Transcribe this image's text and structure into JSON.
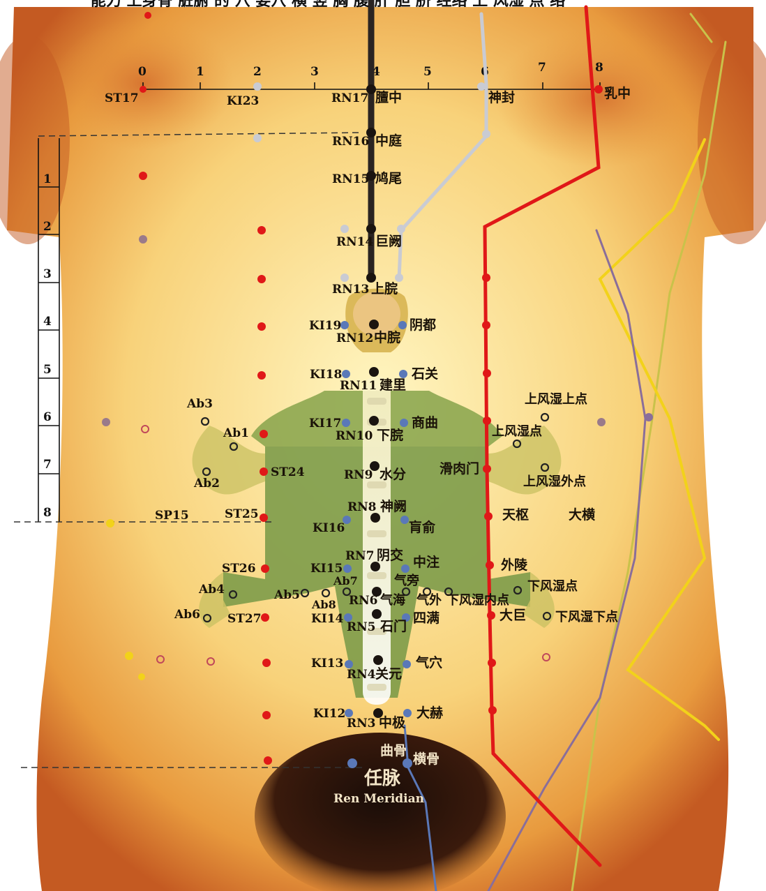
{
  "caption": "能力 上身骨 脏腑 的 穴 要穴 横 竖 胸 腹 肝 胆 脐 经络 上 风湿 点 络",
  "colors": {
    "skin_light": "#fbe9a6",
    "skin_mid": "#f2b84f",
    "skin_dark": "#c9632a",
    "green_overlay": "#7a9a48",
    "ren_line": "#2a2422",
    "kidney_line": "#c9cbd3",
    "stomach_line": "#e01818",
    "spleen_line": "#f2d21a",
    "liver_line": "#8a6e9a",
    "gb_line": "#c9c24a",
    "red_point": "#e01818",
    "blue_point": "#5a78b8",
    "dark_point": "#1a1410"
  },
  "top_ruler": {
    "ticks": [
      "0",
      "1",
      "2",
      "3",
      "4",
      "5",
      "6",
      "7",
      "8"
    ]
  },
  "side_ruler": {
    "ticks": [
      "1",
      "2",
      "3",
      "4",
      "5",
      "6",
      "7",
      "8"
    ]
  },
  "labels": {
    "ST17": "ST17",
    "KI23": "KI23",
    "RN17": "RN17",
    "shanzhong": "膻中",
    "shenfeng": "神封",
    "ruzhong": "乳中",
    "RN16": "RN16",
    "zhongting": "中庭",
    "RN15": "RN15",
    "jiuwei": "鸠尾",
    "RN14": "RN14",
    "juque": "巨阙",
    "RN13": "RN13",
    "shangwan": "上脘",
    "KI19": "KI19",
    "yindu": "阴都",
    "RN12": "RN12",
    "zhongwan": "中脘",
    "KI18": "KI18",
    "shiguan": "石关",
    "RN11": "RN11",
    "jianli": "建里",
    "KI17": "KI17",
    "shangqu": "商曲",
    "RN10": "RN10",
    "xiawan": "下脘",
    "Ab3": "Ab3",
    "Ab1": "Ab1",
    "Ab2": "Ab2",
    "ST24": "ST24",
    "RN9": "RN9",
    "shuifen": "水分",
    "huaroumen": "滑肉门",
    "shangfengshi_shang": "上风湿上点",
    "shangfengshi": "上风湿点",
    "shangfengshi_wai": "上风湿外点",
    "SP15": "SP15",
    "ST25": "ST25",
    "RN8": "RN8",
    "shenque": "神阙",
    "KI16": "KI16",
    "huangshu": "肓俞",
    "tianshu": "天枢",
    "daheng": "大横",
    "RN7": "RN7",
    "yinjiao": "阴交",
    "zhongzhu": "中注",
    "KI15": "KI15",
    "ST26": "ST26",
    "wailing": "外陵",
    "Ab7": "Ab7",
    "qipang": "气旁",
    "xiafengshi": "下风湿点",
    "Ab4": "Ab4",
    "Ab5": "Ab5",
    "Ab8": "Ab8",
    "RN6": "RN6",
    "qihai": "气海",
    "qiwai": "气外",
    "xiafengshi_nei": "下风湿内点",
    "Ab6": "Ab6",
    "ST27": "ST27",
    "KI14": "KI14",
    "siman": "四满",
    "daju": "大巨",
    "xiafengshi_xia": "下风湿下点",
    "RN5": "RN5",
    "shimen": "石门",
    "KI13": "KI13",
    "qixue": "气穴",
    "RN4": "RN4",
    "guanyuan": "关元",
    "KI12": "KI12",
    "dahe": "大赫",
    "RN3": "RN3",
    "zhongji": "中极",
    "qugu": "曲骨",
    "henggu": "横骨",
    "renmai": "任脉",
    "ren_meridian": "Ren Meridian"
  }
}
